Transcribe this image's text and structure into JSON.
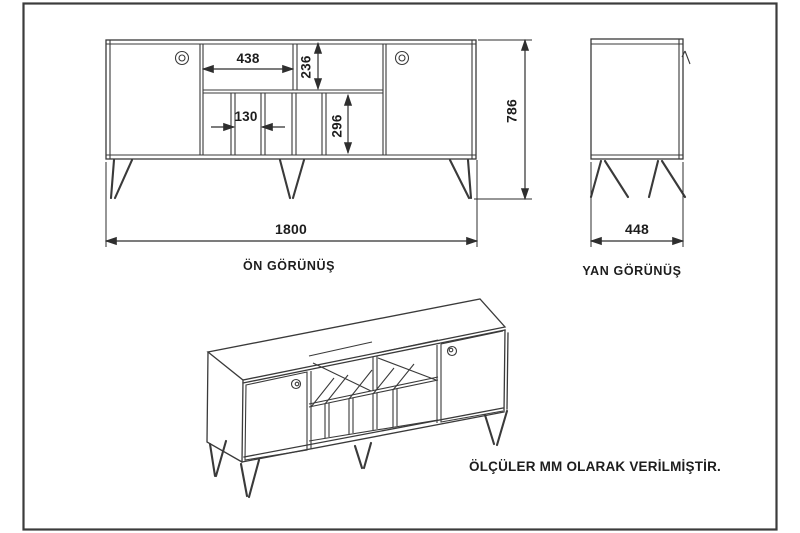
{
  "front_view": {
    "label": "ÖN GÖRÜNÜŞ",
    "total_width_mm": "1800",
    "total_height_mm": "786",
    "shelf_width_mm": "438",
    "upper_compartment_height_mm": "236",
    "slot_width_mm": "130",
    "lower_compartment_height_mm": "296"
  },
  "side_view": {
    "label": "YAN GÖRÜNÜŞ",
    "depth_mm": "448"
  },
  "note": {
    "text": "ÖLÇÜLER MM OLARAK VERİLMİŞTİR."
  },
  "colors": {
    "line": "#3a3a3a",
    "text": "#1d1d1d",
    "background": "#ffffff"
  }
}
